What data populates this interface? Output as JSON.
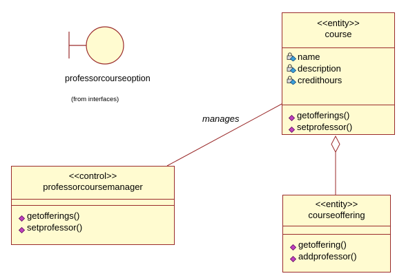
{
  "boundary": {
    "name": "professorcourseoption",
    "from": "(from interfaces)"
  },
  "association": {
    "label": "manages"
  },
  "classes": {
    "course": {
      "stereotype": "<<entity>>",
      "name": "course",
      "attributes": [
        "name",
        "description",
        "credithours"
      ],
      "operations": [
        "getofferings()",
        "setprofessor()"
      ]
    },
    "manager": {
      "stereotype": "<<control>>",
      "name": "professorcoursemanager",
      "attributes": [],
      "operations": [
        "getofferings()",
        "setprofessor()"
      ]
    },
    "offering": {
      "stereotype": "<<entity>>",
      "name": "courseoffering",
      "attributes": [],
      "operations": [
        "getoffering()",
        "addprofessor()"
      ]
    }
  },
  "colors": {
    "class_fill": "#fffbd0",
    "class_border": "#9a2a2a",
    "line": "#9a2a2a",
    "operation_icon": "#c040c0",
    "attribute_icon": "#3aa0d8"
  }
}
